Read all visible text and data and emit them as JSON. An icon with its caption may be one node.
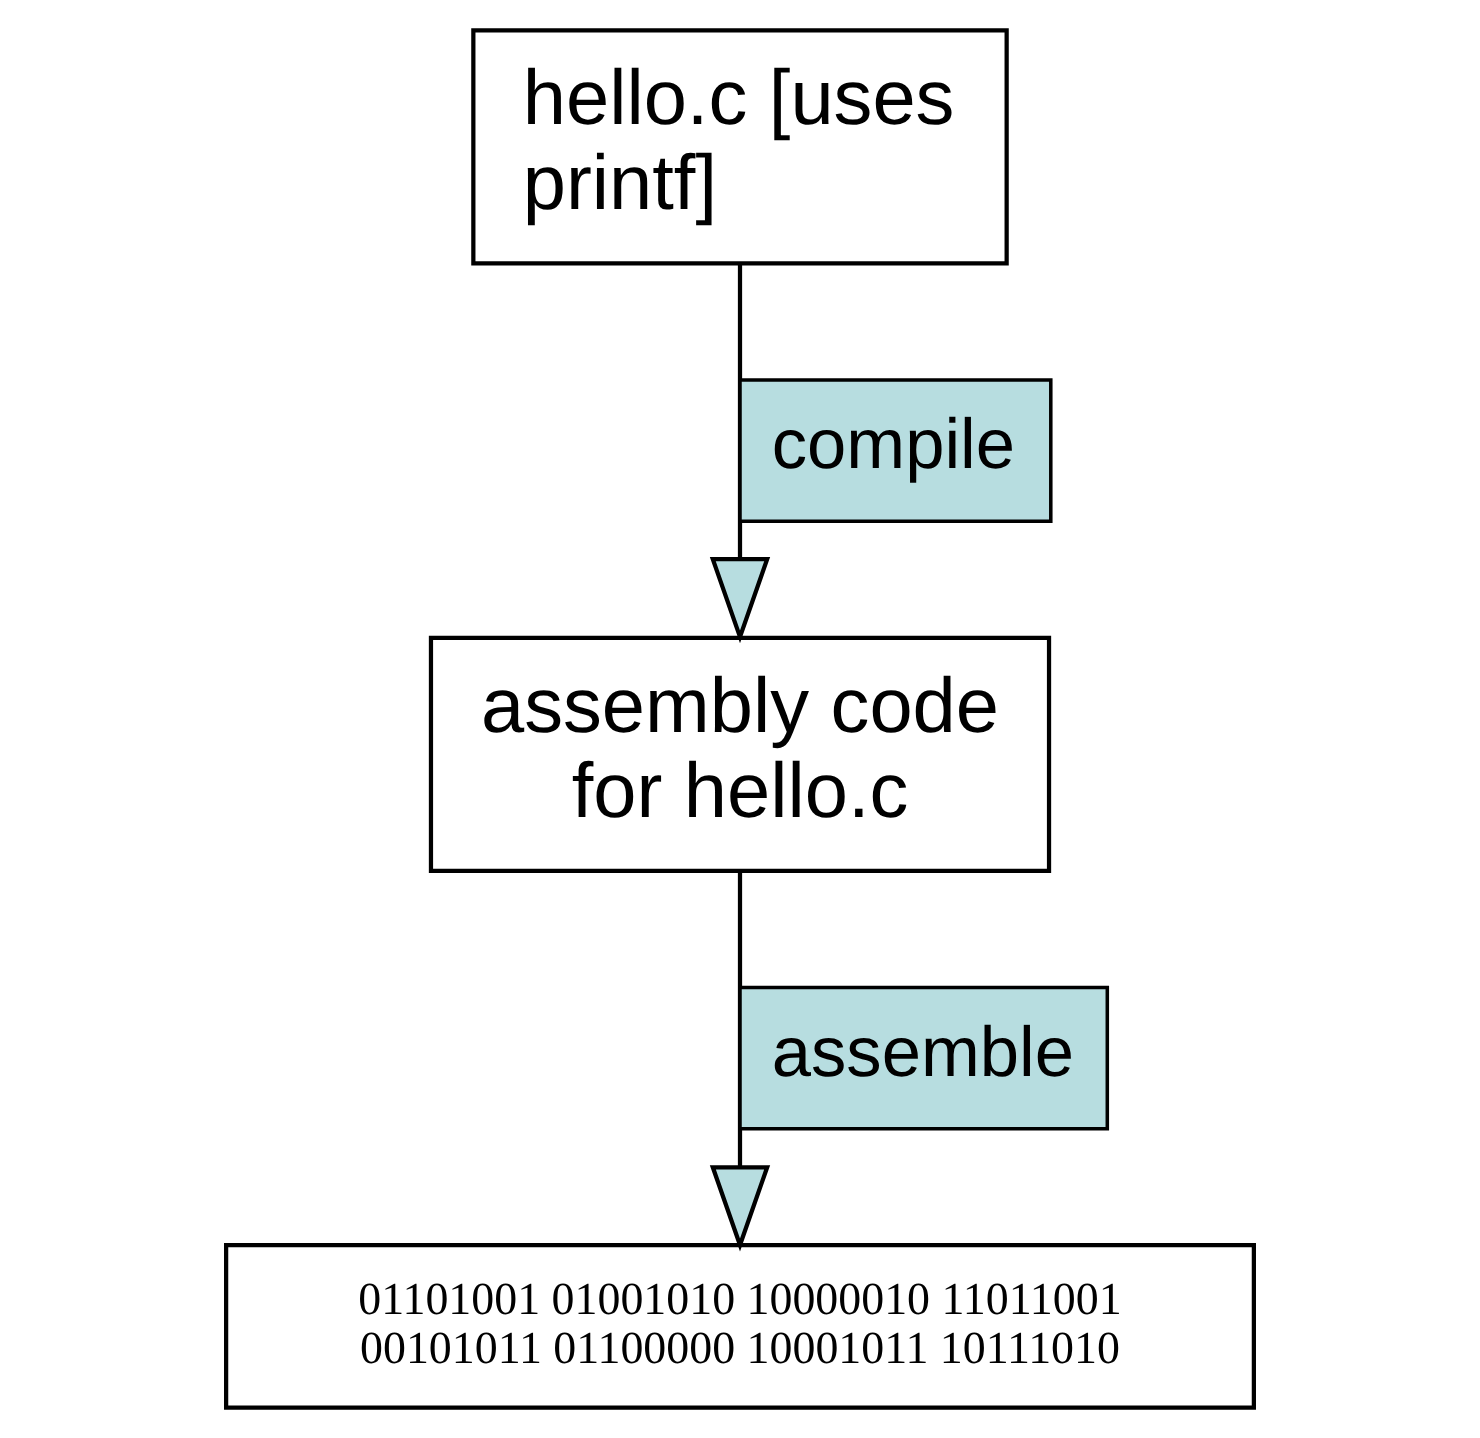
{
  "diagram": {
    "nodes": [
      {
        "text": [
          "hello.c [uses printf]"
        ]
      },
      {
        "text": [
          "assembly code for hello.c"
        ]
      },
      {
        "text": [
          "01101001 01001010 10000010 11011001 00101011 01100000 10001011 10111010"
        ]
      }
    ],
    "edges": [
      {
        "from": 0,
        "to": 1,
        "arrow": "to",
        "label": "compile"
      },
      {
        "from": 1,
        "to": 2,
        "arrow": "to",
        "label": "assemble"
      }
    ]
  }
}
